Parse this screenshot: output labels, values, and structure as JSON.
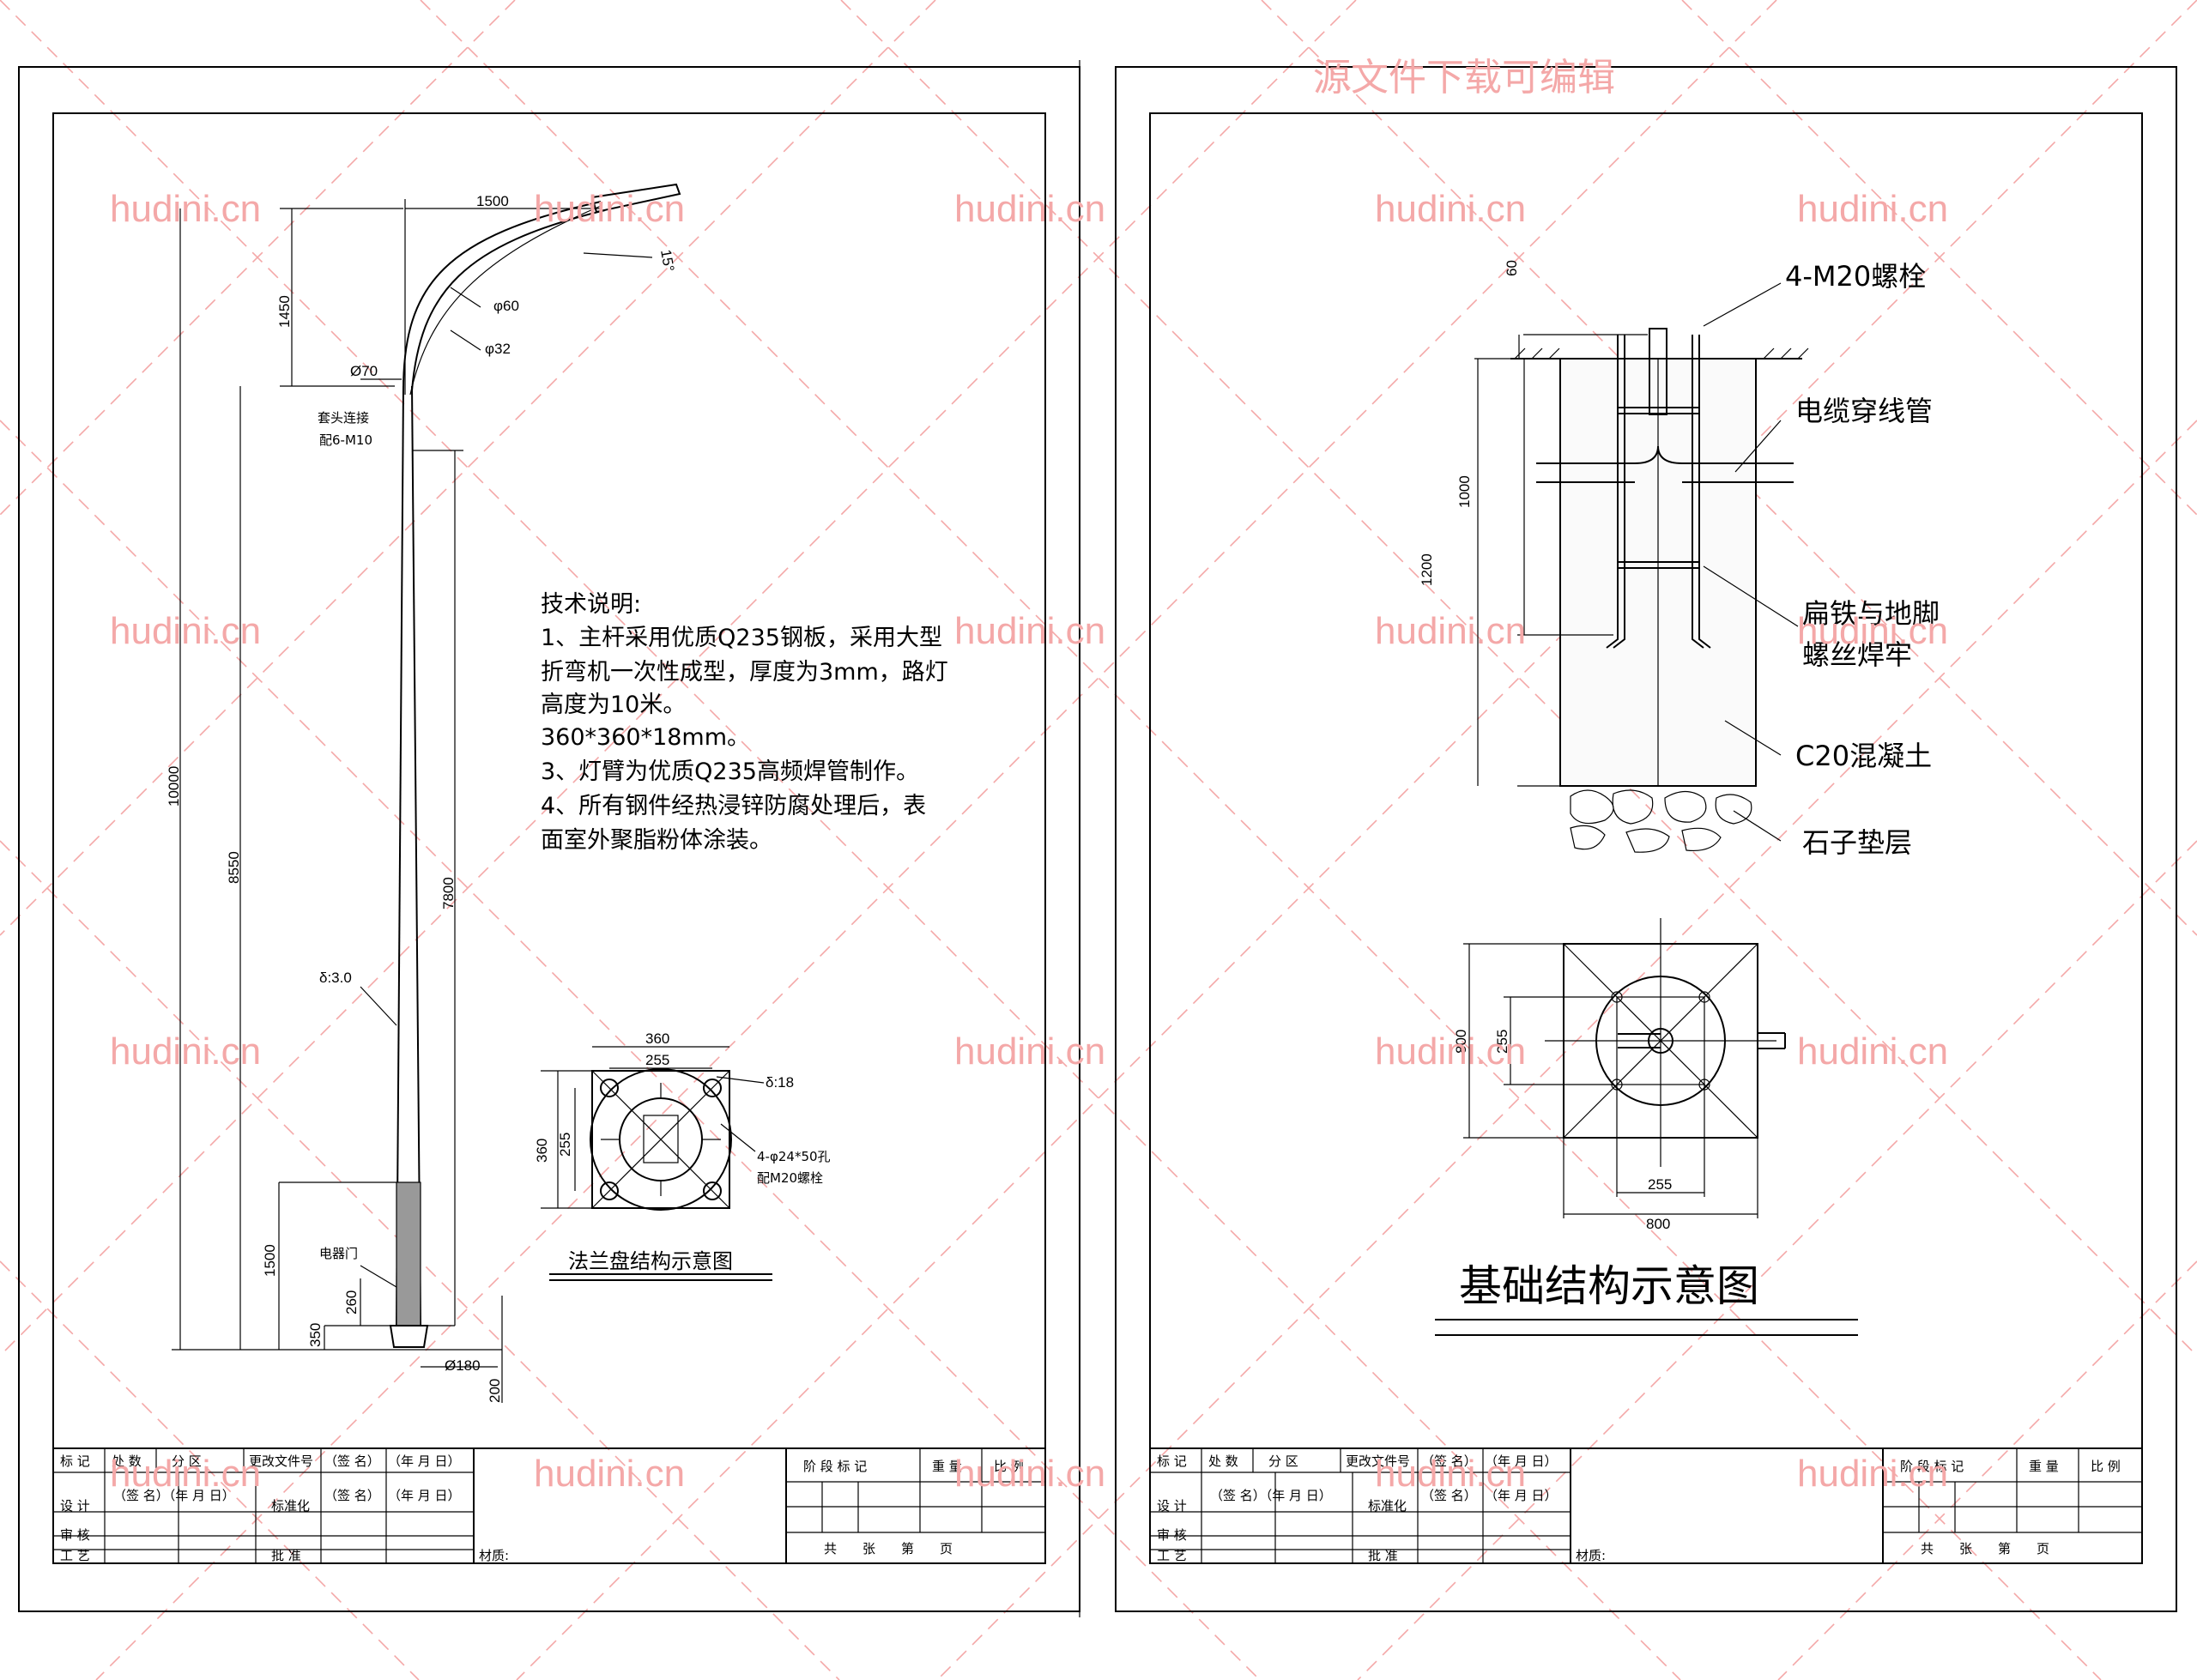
{
  "banner": "源文件下载可编辑",
  "watermark": "hudini.cn",
  "colors": {
    "watermark": "#f4a8a8",
    "line": "#000000"
  },
  "pole": {
    "dims": {
      "arm_reach": "1500",
      "angle": "15°",
      "arm_height": "1450",
      "arm_dia_top": "φ60",
      "arm_dia_small": "φ32",
      "top_dia": "Ø70",
      "total_height": "10000",
      "height_8550": "8550",
      "height_7800": "7800",
      "door_height": "1500",
      "dim_260": "260",
      "dim_350": "350",
      "base_dia": "Ø180",
      "dim_200": "200"
    },
    "labels": {
      "sleeve_l1": "套头连接",
      "sleeve_l2": "配6-M10",
      "wall": "δ:3.0",
      "door": "电器门"
    }
  },
  "notes": {
    "title": "技术说明:",
    "lines": [
      "1、主杆采用优质Q235钢板，采用大型",
      "折弯机一次性成型，厚度为3mm，路灯",
      "高度为10米。",
      "360*360*18mm。",
      "3、灯臂为优质Q235高频焊管制作。",
      "4、所有钢件经热浸锌防腐处理后，表",
      "面室外聚脂粉体涂装。"
    ]
  },
  "flange": {
    "dim_360_top": "360",
    "dim_255_top": "255",
    "thickness": "δ:18",
    "dim_360_side": "360",
    "dim_255_side": "255",
    "holes_l1": "4-φ24*50孔",
    "holes_l2": "配M20螺栓",
    "title": "法兰盘结构示意图"
  },
  "foundation": {
    "dims": {
      "d60": "60",
      "d1000": "1000",
      "d1200": "1200",
      "d800_side": "800",
      "d255_side": "255",
      "d255_bottom": "255",
      "d800_bottom": "800"
    },
    "labels": {
      "bolts": "4-M20螺栓",
      "cable": "电缆穿线管",
      "weld_l1": "扁铁与地脚",
      "weld_l2": "螺丝焊牢",
      "concrete": "C20混凝土",
      "gravel": "石子垫层"
    },
    "title": "基础结构示意图"
  },
  "title_block": {
    "r1": [
      "标 记",
      "处 数",
      "分 区",
      "更改文件号",
      "（签 名）",
      "（年 月 日）"
    ],
    "r2": [
      "设 计",
      "（签 名）（年 月 日）",
      "标准化",
      "（签 名）",
      "（年 月 日）"
    ],
    "r3": [
      "审 核"
    ],
    "r4": [
      "工 艺",
      "批 准"
    ],
    "stage": "阶 段 标 记",
    "weight": "重 量",
    "scale": "比 例",
    "sheets": "共　　张　　第　　页",
    "material": "材质:"
  }
}
